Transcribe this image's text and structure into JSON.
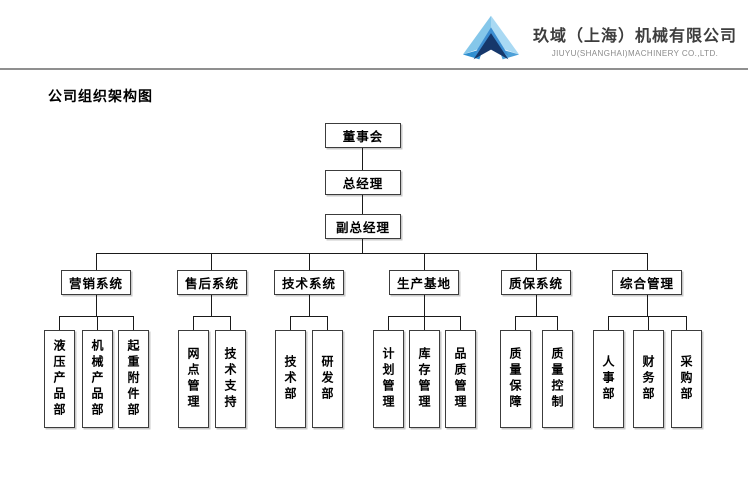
{
  "header": {
    "logo": "blue-diamond-logo",
    "company_name_zh": "玖域（上海）机械有限公司",
    "company_name_en": "JIUYU(SHANGHAI)MACHINERY CO.,LTD."
  },
  "page": {
    "title": "公司组织架构图"
  },
  "org_chart": {
    "root_chain": [
      "董事会",
      "总经理",
      "副总经理"
    ],
    "branches": [
      {
        "label": "营销系统",
        "children": [
          "液压产品部",
          "机械产品部",
          "起重附件部"
        ]
      },
      {
        "label": "售后系统",
        "children": [
          "网点管理",
          "技术支持"
        ]
      },
      {
        "label": "技术系统",
        "children": [
          "技术部",
          "研发部"
        ]
      },
      {
        "label": "生产基地",
        "children": [
          "计划管理",
          "库存管理",
          "品质管理"
        ]
      },
      {
        "label": "质保系统",
        "children": [
          "质量保障",
          "质量控制"
        ]
      },
      {
        "label": "综合管理",
        "children": [
          "人事部",
          "财务部",
          "采购部"
        ]
      }
    ]
  },
  "colors": {
    "connector_line": "#1a1a1a",
    "box_border": "#3c3c3c",
    "header_divider": "#8f8f8f",
    "company_text": "#3d3d3d",
    "english_text": "#8a8a8a",
    "logo_light_blue": "#a9d9f3",
    "logo_mid_blue": "#5aaede",
    "logo_accent_blue": "#2f8fd0",
    "logo_dark_navy": "#16386b"
  }
}
